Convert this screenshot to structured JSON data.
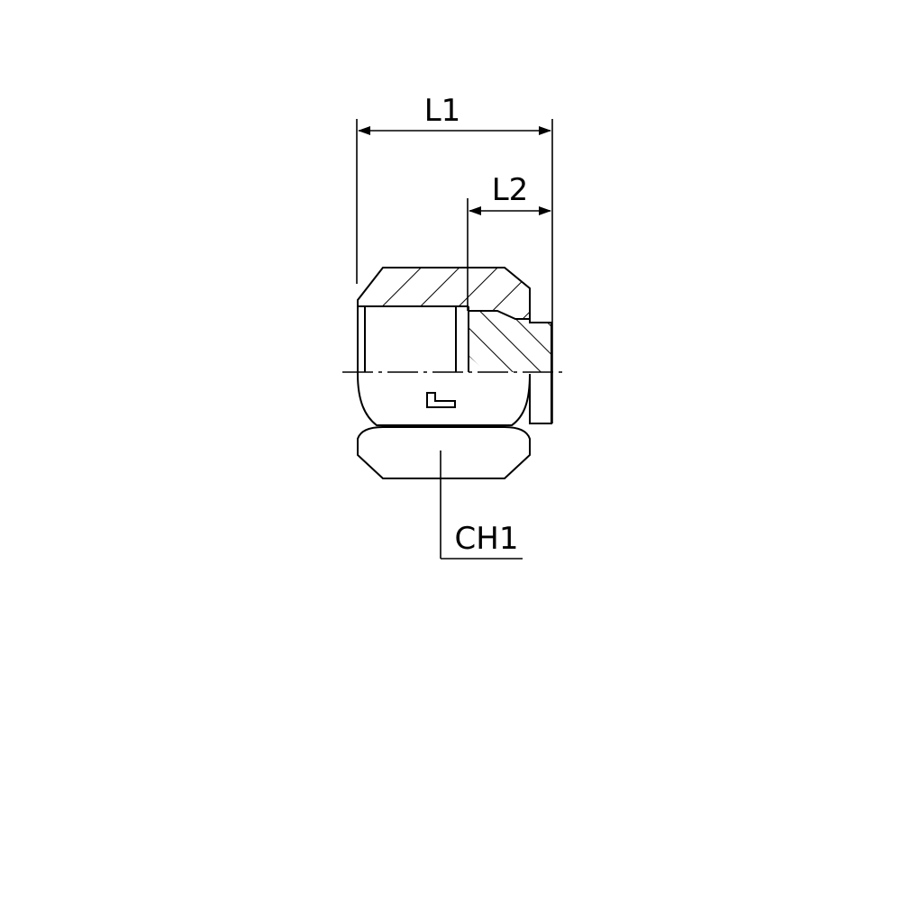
{
  "drawing": {
    "dimensions": {
      "l1": "L1",
      "l2": "L2",
      "ch1": "CH1"
    },
    "colors": {
      "line": "#000000",
      "background": "#ffffff"
    }
  }
}
